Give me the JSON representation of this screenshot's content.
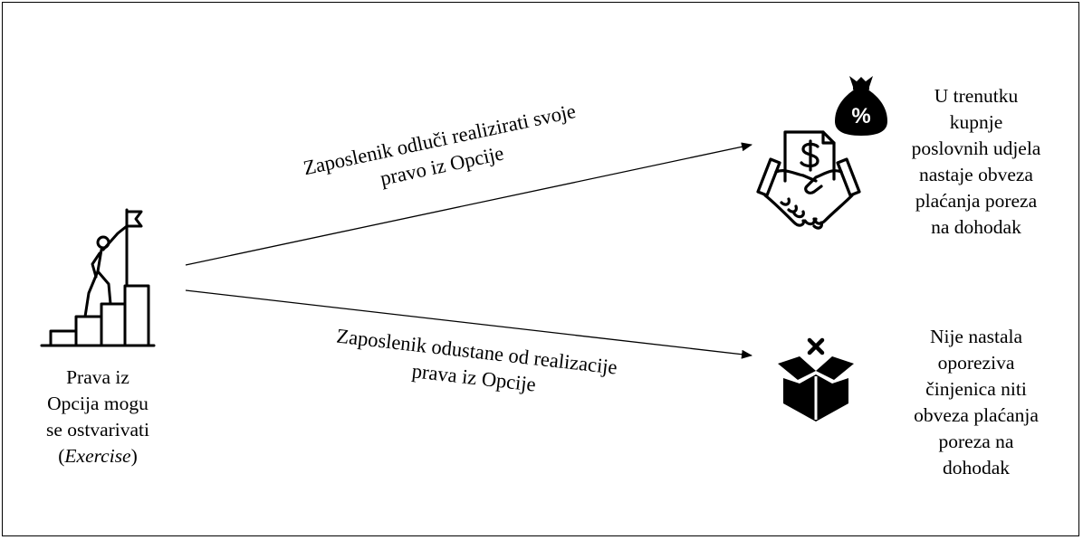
{
  "start": {
    "icon": "climber-flag-icon",
    "label_lines": [
      "Prava iz",
      "Opcija mogu",
      "se ostvarivati"
    ],
    "label_paren_open": "(",
    "label_italic": "Exercise",
    "label_paren_close": ")"
  },
  "paths": {
    "exercise": {
      "label_lines": [
        "Zaposlenik odluči realizirati svoje",
        "pravo iz Opcije"
      ]
    },
    "abandon": {
      "label_lines": [
        "Zaposlenik odustane od realizacije",
        "prava iz Opcije"
      ]
    }
  },
  "outcomes": {
    "exercise": {
      "icons": [
        "money-bag-percent-icon",
        "handshake-contract-icon"
      ],
      "bag_symbol": "%",
      "label_lines": [
        "U trenutku",
        "kupnje",
        "poslovnih udjela",
        "nastaje obveza",
        "plaćanja poreza",
        "na dohodak"
      ]
    },
    "abandon": {
      "icons": [
        "empty-box-x-icon"
      ],
      "label_lines": [
        "Nije nastala",
        "oporeziva",
        "činjenica niti",
        "obveza plaćanja",
        "poreza na",
        "dohodak"
      ]
    }
  }
}
